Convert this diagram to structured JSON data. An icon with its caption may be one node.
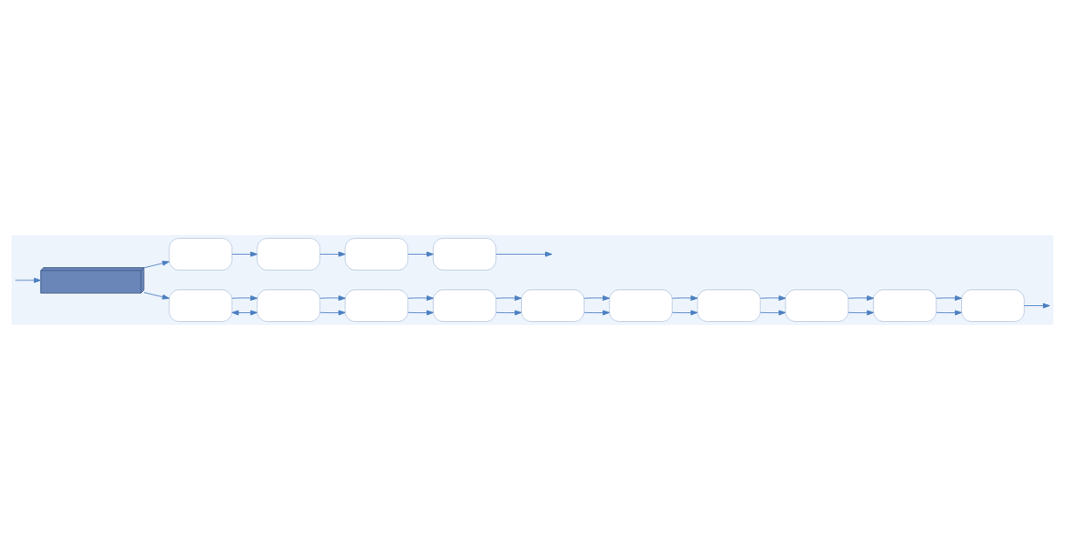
{
  "diagram": {
    "nodes": [
      {
        "text": [],
        "shape": "picture"
      },
      {
        "text": [],
        "shape": "box"
      },
      {
        "text": [],
        "shape": "box"
      },
      {
        "text": [],
        "shape": "box"
      },
      {
        "text": [],
        "shape": "box"
      },
      {
        "text": [],
        "shape": "box"
      },
      {
        "text": [],
        "shape": "box"
      },
      {
        "text": [],
        "shape": "box"
      },
      {
        "text": [],
        "shape": "box"
      },
      {
        "text": [],
        "shape": "box"
      },
      {
        "text": [],
        "shape": "box"
      },
      {
        "text": [],
        "shape": "box"
      },
      {
        "text": [],
        "shape": "box"
      },
      {
        "text": [],
        "shape": "box"
      },
      {
        "text": [],
        "shape": "box"
      }
    ],
    "edges": [
      {
        "from": 0,
        "to": 1,
        "arrow": "to"
      },
      {
        "from": 0,
        "to": 5,
        "arrow": "to"
      },
      {
        "from": 1,
        "to": 2,
        "arrow": "to"
      },
      {
        "from": 2,
        "to": 3,
        "arrow": "to"
      },
      {
        "from": 3,
        "to": 4,
        "arrow": "to"
      },
      {
        "from": 4,
        "to": null,
        "arrow": "to"
      },
      {
        "from": null,
        "to": 0,
        "arrow": "to"
      },
      {
        "from": 5,
        "to": 6,
        "arrow": "both"
      },
      {
        "from": 5,
        "to": 6,
        "arrow": "to"
      },
      {
        "from": 6,
        "to": 7,
        "arrow": "to"
      },
      {
        "from": 6,
        "to": 7,
        "arrow": "to"
      },
      {
        "from": 7,
        "to": 8,
        "arrow": "to"
      },
      {
        "from": 7,
        "to": 8,
        "arrow": "to"
      },
      {
        "from": 8,
        "to": 9,
        "arrow": "to"
      },
      {
        "from": 8,
        "to": 9,
        "arrow": "to"
      },
      {
        "from": 9,
        "to": 10,
        "arrow": "to"
      },
      {
        "from": 9,
        "to": 10,
        "arrow": "to"
      },
      {
        "from": 10,
        "to": 11,
        "arrow": "to"
      },
      {
        "from": 10,
        "to": 11,
        "arrow": "to"
      },
      {
        "from": 11,
        "to": 12,
        "arrow": "to"
      },
      {
        "from": 11,
        "to": 12,
        "arrow": "to"
      },
      {
        "from": 12,
        "to": 13,
        "arrow": "to"
      },
      {
        "from": 12,
        "to": 13,
        "arrow": "to"
      },
      {
        "from": 13,
        "to": 14,
        "arrow": "to"
      },
      {
        "from": 13,
        "to": 14,
        "arrow": "to"
      },
      {
        "from": 14,
        "to": null,
        "arrow": "to"
      }
    ]
  }
}
